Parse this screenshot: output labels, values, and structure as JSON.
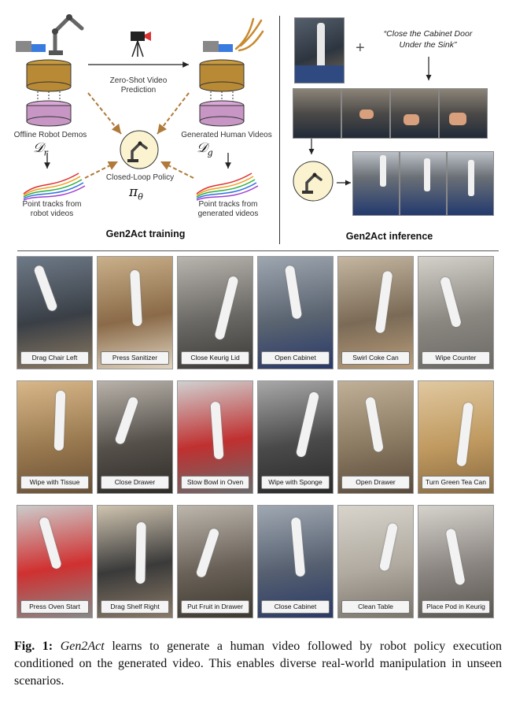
{
  "training": {
    "offline_label": "Offline Robot Demos",
    "offline_symbol": "𝒟",
    "offline_sub": "r",
    "zero_shot_label": "Zero-Shot Video Prediction",
    "generated_label": "Generated Human Videos",
    "generated_symbol": "𝒟",
    "generated_sub": "g",
    "policy_label": "Closed-Loop Policy",
    "policy_symbol": "π",
    "policy_sub": "θ",
    "tracks_robot_label": "Point tracks from robot videos",
    "tracks_generated_label": "Point tracks from generated videos",
    "title": "Gen2Act training"
  },
  "inference": {
    "instruction": "“Close the Cabinet Door Under the Sink”",
    "plus": "+",
    "title": "Gen2Act inference"
  },
  "tasks": [
    "Drag Chair Left",
    "Press Sanitizer",
    "Close Keurig Lid",
    "Open Cabinet",
    "Swirl Coke Can",
    "Wipe Counter",
    "Wipe with Tissue",
    "Close Drawer",
    "Stow Bowl in Oven",
    "Wipe with Sponge",
    "Open Drawer",
    "Turn Green Tea Can",
    "Press Oven Start",
    "Drag Shelf Right",
    "Put Fruit in Drawer",
    "Close Cabinet",
    "Clean Table",
    "Place Pod in Keurig"
  ],
  "caption": {
    "fig_label": "Fig. 1:",
    "name": "Gen2Act",
    "text": "learns to generate a human video followed by robot policy execution conditioned on the generated video. This enables diverse real-world manipulation in unseen scenarios."
  },
  "colors": {
    "arrow_brown": "#b07a3a",
    "db_top": "#c79a3e",
    "db_bottom": "#c796c4",
    "policy_circle": "#fbf3d0"
  }
}
